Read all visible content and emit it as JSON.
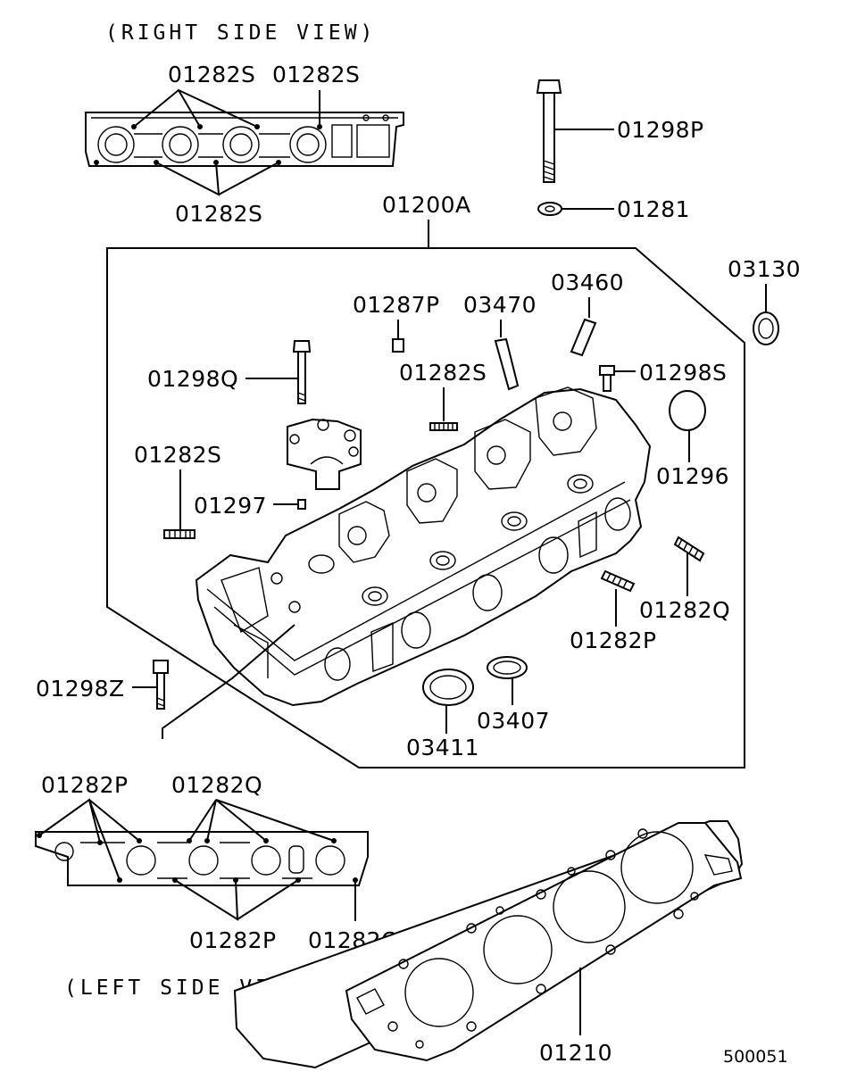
{
  "views": {
    "right": "(RIGHT SIDE VIEW)",
    "left": "(LEFT SIDE VIEW)"
  },
  "labels": {
    "r_01282s_a": "01282S",
    "r_01282s_b": "01282S",
    "r_01282s_c": "01282S",
    "p_01298p": "01298P",
    "p_01281": "01281",
    "p_01200a": "01200A",
    "p_03130": "03130",
    "p_01287p": "01287P",
    "p_03470": "03470",
    "p_03460": "03460",
    "p_01298q": "01298Q",
    "p_01282s_mid": "01282S",
    "p_01298s": "01298S",
    "p_01282s_left": "01282S",
    "p_01296": "01296",
    "p_01297": "01297",
    "p_01282q": "01282Q",
    "p_01282p": "01282P",
    "p_01298z": "01298Z",
    "p_03407": "03407",
    "p_03411": "03411",
    "l_01282p_a": "01282P",
    "l_01282q_a": "01282Q",
    "l_01282p_b": "01282P",
    "l_01282q_b": "01282Q",
    "p_01210": "01210"
  },
  "diagram_code": "500051"
}
